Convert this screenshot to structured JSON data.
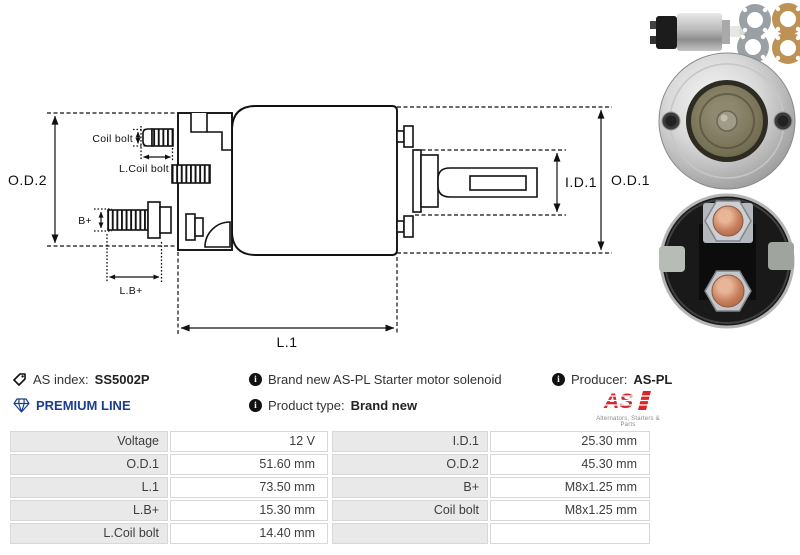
{
  "colors": {
    "premium_blue": "#1b3d91",
    "logo_red": "#d6252b",
    "table_label_bg": "#e9e9e9",
    "drawing_ink": "#111111"
  },
  "info_bar": {
    "as_index_label": "AS index:",
    "as_index_value": "SS5002P",
    "description": "Brand new AS-PL Starter motor solenoid",
    "producer_label": "Producer:",
    "producer_value": "AS-PL",
    "premium_line_label": "PREMIUM LINE",
    "product_type_label": "Product type:",
    "product_type_value": "Brand new",
    "brand_logo_text": "AS",
    "brand_logo_tagline": "Alternators, Starters & Parts"
  },
  "drawing_labels": {
    "od2": "O.D.2",
    "coil_bolt": "Coil bolt",
    "l_coil_bolt": "L.Coil bolt",
    "b_plus": "B+",
    "l_b_plus": "L.B+",
    "l1": "L.1",
    "id1": "I.D.1",
    "od1": "O.D.1"
  },
  "photos": {
    "top": "solenoid with mounting gaskets",
    "middle": "solenoid front flange view",
    "bottom": "solenoid rear terminals view"
  },
  "spec_table": {
    "left": [
      {
        "label": "Voltage",
        "value": "12 V"
      },
      {
        "label": "O.D.1",
        "value": "51.60 mm"
      },
      {
        "label": "L.1",
        "value": "73.50 mm"
      },
      {
        "label": "L.B+",
        "value": "15.30 mm"
      },
      {
        "label": "L.Coil bolt",
        "value": "14.40 mm"
      }
    ],
    "right": [
      {
        "label": "I.D.1",
        "value": "25.30 mm"
      },
      {
        "label": "O.D.2",
        "value": "45.30 mm"
      },
      {
        "label": "B+",
        "value": "M8x1.25 mm"
      },
      {
        "label": "Coil bolt",
        "value": "M8x1.25 mm"
      },
      {
        "label": "",
        "value": ""
      }
    ]
  }
}
